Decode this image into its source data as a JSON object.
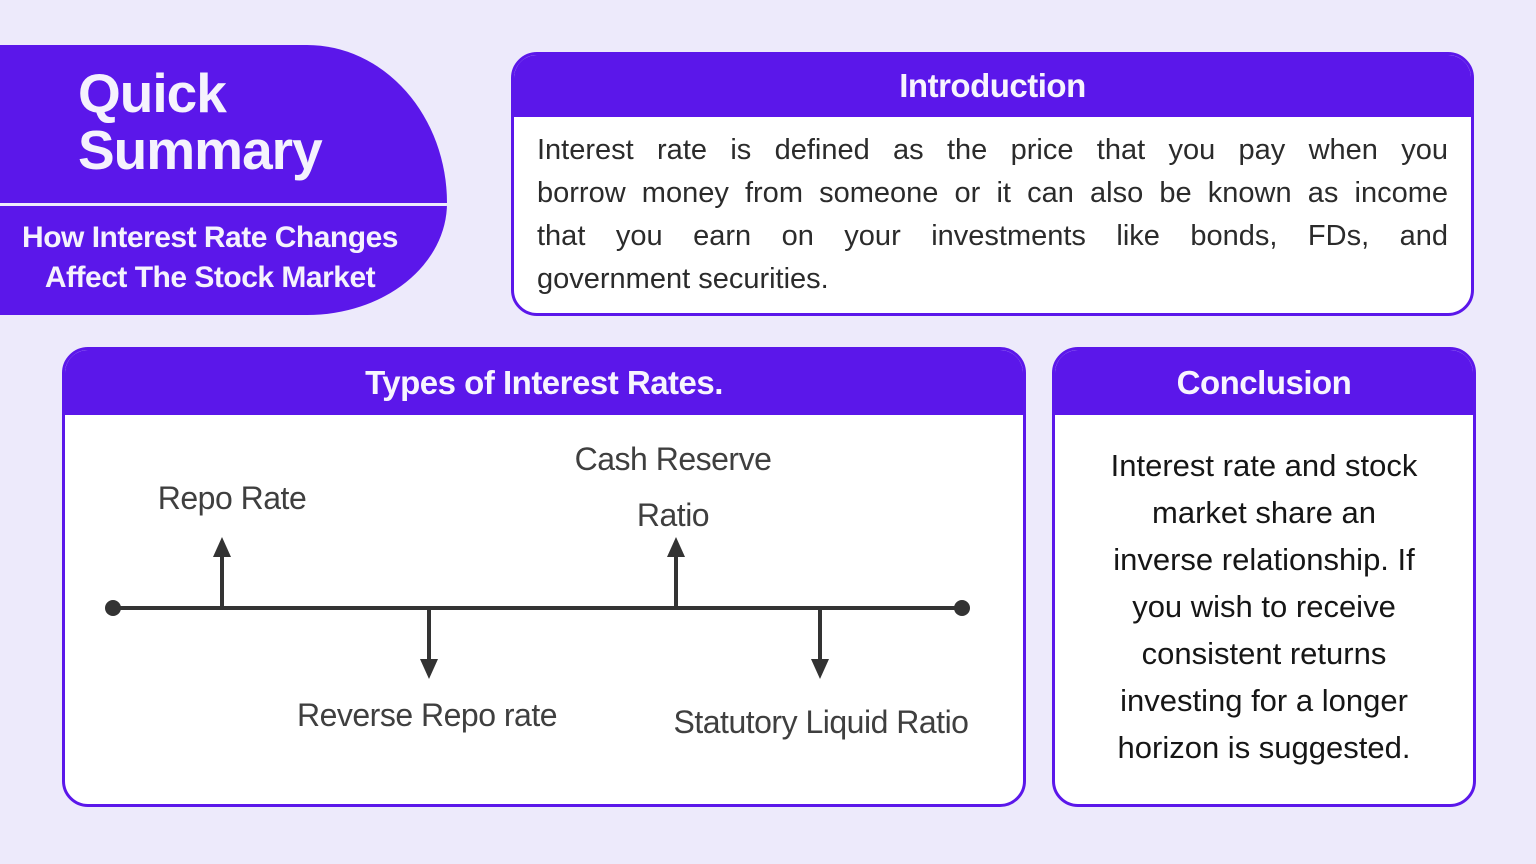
{
  "theme": {
    "accent_purple": "#5b17ea",
    "page_background": "#edeafb",
    "card_background": "#ffffff",
    "diagram_stroke": "#333333"
  },
  "summary_panel": {
    "title_lines": [
      "Quick",
      "Summary"
    ],
    "subtitle_lines": [
      "How Interest Rate Changes",
      "Affect The Stock Market"
    ]
  },
  "introduction_card": {
    "title": "Introduction",
    "body_lines": [
      "Interest rate is defined as the price that you pay when you",
      "borrow money from someone or it can also be known as income",
      "that you earn on your investments like bonds, FDs, and",
      "government securities."
    ]
  },
  "types_card": {
    "title": "Types of Interest Rates.",
    "labels": {
      "repo_rate": "Repo Rate",
      "cash_reserve_ratio": "Cash Reserve Ratio",
      "reverse_repo_rate": "Reverse Repo rate",
      "statutory_liquid_ratio": "Statutory Liquid Ratio"
    }
  },
  "conclusion_card": {
    "title": "Conclusion",
    "body_lines": [
      "Interest rate and stock",
      "market share an",
      "inverse relationship. If",
      "you wish to receive",
      "consistent returns",
      "investing for a longer",
      "horizon is suggested."
    ]
  }
}
